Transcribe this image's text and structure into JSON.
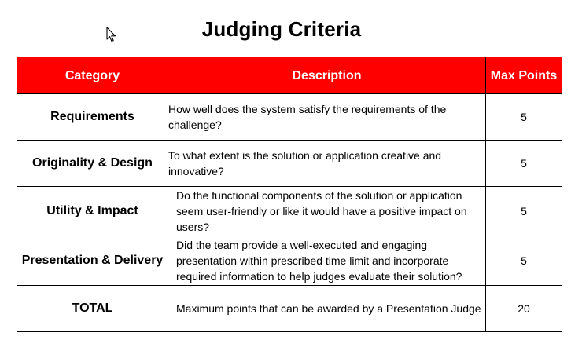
{
  "title": "Judging Criteria",
  "columns": {
    "category": "Category",
    "description": "Description",
    "max_points": "Max Points"
  },
  "rows": [
    {
      "category": "Requirements",
      "description": "How well does the system satisfy the requirements of the challenge?",
      "points": "5"
    },
    {
      "category": "Originality & Design",
      "description": "To what extent is the solution or application creative and innovative?",
      "points": "5"
    },
    {
      "category": "Utility & Impact",
      "description": "Do the functional components of the solution or application seem user-friendly or like it would have a positive impact on users?",
      "points": "5"
    },
    {
      "category": "Presentation & Delivery",
      "description": "Did the team provide a well-executed and engaging presentation within prescribed time limit and incorporate required information to help judges evaluate their solution?",
      "points": "5"
    },
    {
      "category": "TOTAL",
      "description": "Maximum points that can be awarded by a Presentation Judge",
      "points": "20"
    }
  ]
}
